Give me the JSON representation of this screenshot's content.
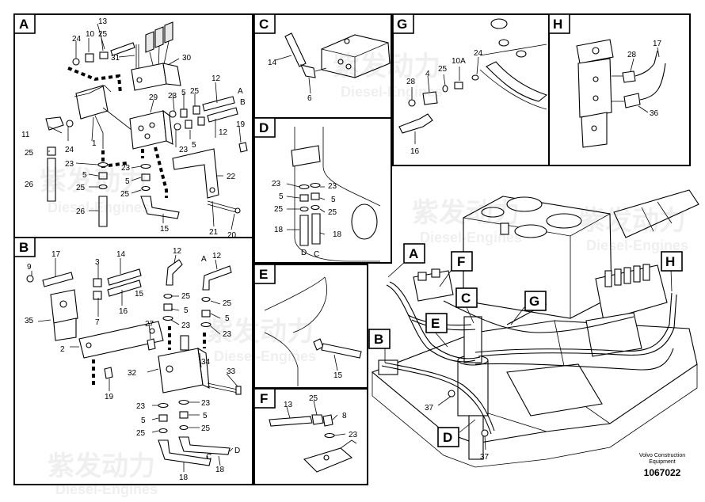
{
  "panels": [
    {
      "id": "A",
      "label": "A"
    },
    {
      "id": "B",
      "label": "B"
    },
    {
      "id": "C",
      "label": "C"
    },
    {
      "id": "D",
      "label": "D"
    },
    {
      "id": "E",
      "label": "E"
    },
    {
      "id": "F",
      "label": "F"
    },
    {
      "id": "G",
      "label": "G"
    },
    {
      "id": "H",
      "label": "H"
    }
  ],
  "callouts": {
    "a_13": "13",
    "a_24": "24",
    "a_10": "10",
    "a_25": "25",
    "a_31": "31",
    "a_30": "30",
    "a_29": "29",
    "a_23a": "23",
    "a_5a": "5",
    "a_25a": "25",
    "a_12a": "12",
    "a_A": "A",
    "a_B": "B",
    "a_12b": "12",
    "a_19": "19",
    "a_5b": "5",
    "a_23b": "23",
    "a_11": "11",
    "a_24b": "24",
    "a_1": "1",
    "a_25b": "25",
    "a_23c": "23",
    "a_5c": "5",
    "a_25c": "25",
    "a_26a": "26",
    "a_26b": "26",
    "a_23d": "23",
    "a_5d": "5",
    "a_25d": "25",
    "a_22": "22",
    "a_15": "15",
    "a_21": "21",
    "a_20": "20",
    "b_17": "17",
    "b_3": "3",
    "b_14": "14",
    "b_9": "9",
    "b_15": "15",
    "b_16": "16",
    "b_7": "7",
    "b_35": "35",
    "b_2": "2",
    "b_27": "27",
    "b_19": "19",
    "b_32": "32",
    "b_34": "34",
    "b_33": "33",
    "b_12a": "12",
    "b_A": "A",
    "b_12b": "12",
    "b_25a": "25",
    "b_5a": "5",
    "b_23a": "23",
    "b_25b": "25",
    "b_5b": "5",
    "b_23b": "23",
    "b_23c": "23",
    "b_5c": "5",
    "b_25c": "25",
    "b_23d": "23",
    "b_5d": "5",
    "b_25d": "25",
    "b_C": "C",
    "b_D": "D",
    "b_18a": "18",
    "b_18b": "18",
    "c_14": "14",
    "c_6": "6",
    "d_23a": "23",
    "d_23b": "23",
    "d_5a": "5",
    "d_5b": "5",
    "d_25a": "25",
    "d_25b": "25",
    "d_18a": "18",
    "d_18b": "18",
    "d_D": "D",
    "d_C": "C",
    "e_15": "15",
    "f_13": "13",
    "f_25": "25",
    "f_8": "8",
    "f_23": "23",
    "g_28": "28",
    "g_4": "4",
    "g_25": "25",
    "g_10A": "10A",
    "g_24": "24",
    "g_16": "16",
    "h_17": "17",
    "h_28": "28",
    "h_36": "36",
    "m_37a": "37",
    "m_37b": "37"
  },
  "locators": {
    "A": "A",
    "B": "B",
    "C": "C",
    "D": "D",
    "E": "E",
    "F": "F",
    "G": "G",
    "H": "H"
  },
  "watermark": {
    "cn": "紫发动力",
    "en": "Diesel-Engines"
  },
  "footer": {
    "brand_line1": "Volvo Construction",
    "brand_line2": "Equipment",
    "drawing_number": "1067022"
  }
}
